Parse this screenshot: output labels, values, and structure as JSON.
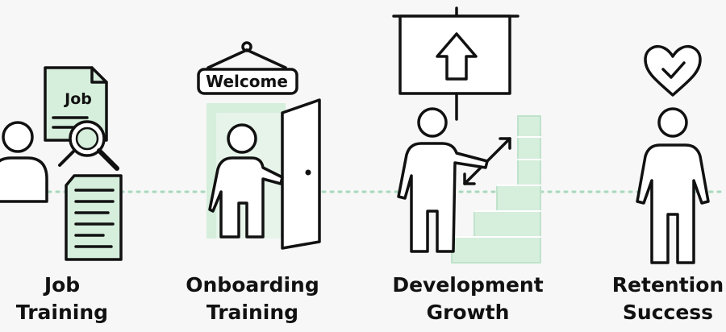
{
  "stages": [
    {
      "line1": "Job",
      "line2": "Training"
    },
    {
      "line1": "Onboarding",
      "line2": "Training"
    },
    {
      "line1": "Development",
      "line2": "Growth"
    },
    {
      "line1": "Retention",
      "line2": "Success"
    }
  ],
  "sign_text": "Welcome",
  "document_text": "Job",
  "colors": {
    "accent": "#d6eedc",
    "stroke": "#111111",
    "dots": "#a9d9bd",
    "background": "#f6f7f6"
  }
}
